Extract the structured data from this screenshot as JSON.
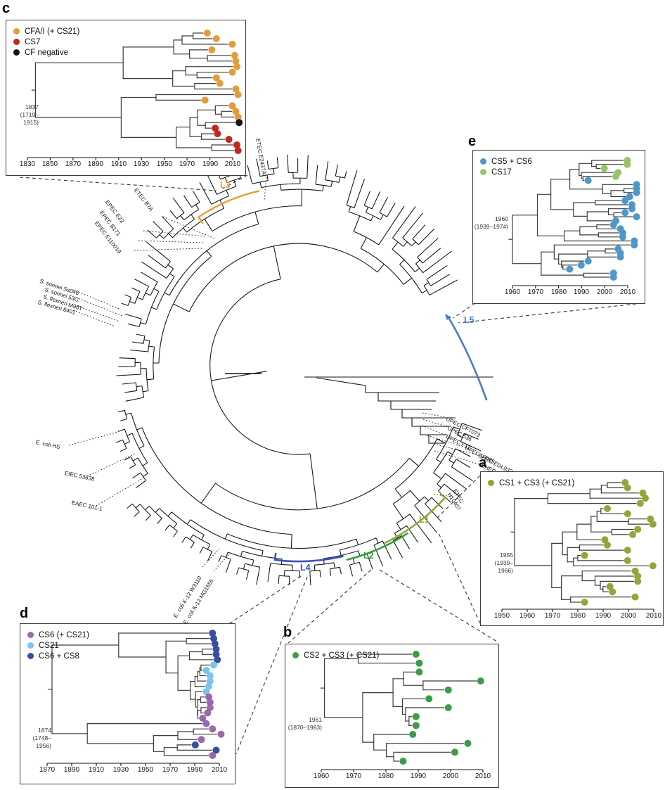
{
  "colors": {
    "orange": "#E49B3B",
    "red": "#C3271E",
    "black": "#141414",
    "blue": "#4E97CB",
    "lightgreen": "#96C567",
    "olive": "#8FA839",
    "purple": "#9A68AC",
    "lightblue": "#7CC4EE",
    "navy": "#3A4C9E",
    "green": "#3C9C49",
    "l1": "#8FA839",
    "l2": "#2FA03C",
    "l3": "#E8A43C",
    "l4": "#3852C0",
    "l5": "#4A7CC7"
  },
  "panels": {
    "a": {
      "letter": "a",
      "legend": [
        {
          "label": "CS1 + CS3 (+ CS21)",
          "color": "olive"
        }
      ],
      "root_date": "1955",
      "root_ci": "(1939–1966)",
      "axis_ticks": [
        "1950",
        "1960",
        "1970",
        "1980",
        "1990",
        "2000",
        "2010"
      ]
    },
    "b": {
      "letter": "b",
      "legend": [
        {
          "label": "CS2 + CS3 (+ CS21)",
          "color": "green"
        }
      ],
      "root_date": "1961",
      "root_ci": "(1870–1983)",
      "axis_ticks": [
        "1960",
        "1970",
        "1980",
        "1990",
        "2000",
        "2010"
      ]
    },
    "c": {
      "letter": "c",
      "legend": [
        {
          "label": "CFA/I (+ CS21)",
          "color": "orange"
        },
        {
          "label": "CS7",
          "color": "red"
        },
        {
          "label": "CF negative",
          "color": "black"
        }
      ],
      "root_date": "1837",
      "root_ci": "(1719–1915)",
      "axis_ticks": [
        "1830",
        "1850",
        "1870",
        "1890",
        "1910",
        "1930",
        "1950",
        "1970",
        "1990",
        "2010"
      ]
    },
    "d": {
      "letter": "d",
      "legend": [
        {
          "label": "CS6 (+ CS21)",
          "color": "purple"
        },
        {
          "label": "CS21",
          "color": "lightblue"
        },
        {
          "label": "CS6 + CS8",
          "color": "navy"
        }
      ],
      "root_date": "1874",
      "root_ci": "(1748–1956)",
      "axis_ticks": [
        "1870",
        "1890",
        "1910",
        "1930",
        "1950",
        "1970",
        "1990",
        "2010"
      ]
    },
    "e": {
      "letter": "e",
      "legend": [
        {
          "label": "CS5 + CS6",
          "color": "blue"
        },
        {
          "label": "CS17",
          "color": "lightgreen"
        }
      ],
      "root_date": "1960",
      "root_ci": "(1939–1974)",
      "axis_ticks": [
        "1960",
        "1970",
        "1980",
        "1990",
        "2000",
        "2010"
      ]
    }
  },
  "lineages": [
    {
      "id": "L1",
      "color": "l1"
    },
    {
      "id": "L2",
      "color": "l2"
    },
    {
      "id": "L3",
      "color": "l3"
    },
    {
      "id": "L4",
      "color": "l4"
    },
    {
      "id": "L5",
      "color": "l5"
    }
  ],
  "strains": [
    "ETEC E2437A",
    "ETEC B7A",
    "EPEC E22",
    "EPEC B171",
    "EPEC E110019",
    "S. sonnei Ss046",
    "S. sonnei 53G",
    "S. flexneri M90T",
    "S. flexneri 8401",
    "E. coli HS",
    "EIEC 53638",
    "EAEC 101-1",
    "E. coli K-12 W3110",
    "E. coli K-12 MG1655",
    "UPEC CFT073",
    "UPEC 536",
    "UPEC F11",
    "UPEC UTI89",
    "EHEC EDL933",
    "EHEC Sakai",
    "ETEC H10407"
  ],
  "chart_data": {
    "type": "phylogenetic_tree_figure",
    "main_tree": {
      "kind": "circular_phylogeny",
      "lineage_sectors": [
        "L1",
        "L2",
        "L3",
        "L4",
        "L5"
      ],
      "taxa_labeled": [
        "ETEC E2437A",
        "ETEC B7A",
        "EPEC E22",
        "EPEC B171",
        "EPEC E110019",
        "S. sonnei Ss046",
        "S. sonnei 53G",
        "S. flexneri M90T",
        "S. flexneri 8401",
        "E. coli HS",
        "EIEC 53638",
        "EAEC 101-1",
        "E. coli K-12 W3110",
        "E. coli K-12 MG1655",
        "UPEC CFT073",
        "UPEC 536",
        "UPEC F11",
        "UPEC UTI89",
        "EHEC EDL933",
        "EHEC Sakai",
        "ETEC H10407"
      ]
    },
    "panels": {
      "c": {
        "root_year": 1837,
        "root_ci": [
          1719,
          1915
        ],
        "axis_range": [
          1830,
          2010
        ],
        "tips": [
          {
            "color": "orange",
            "years": [
              1984,
              1992,
              2006,
              1988,
              2008,
              2009,
              2010,
              2006,
              1992,
              1995,
              2009,
              2011,
              1982,
              2006,
              2009,
              2011
            ]
          },
          {
            "color": "black",
            "years": [
              2012
            ]
          },
          {
            "color": "red",
            "years": [
              1991,
              1993,
              2003,
              2010,
              2011
            ]
          }
        ]
      },
      "e": {
        "root_year": 1960,
        "root_ci": [
          1939,
          1974
        ],
        "axis_range": [
          1960,
          2010
        ],
        "tips": [
          {
            "color": "lightgreen",
            "years": [
              2008,
              2008,
              1998,
              2004,
              2003
            ]
          },
          {
            "color": "blue",
            "years": [
              1991,
              2012,
              2012,
              2012,
              2009,
              2007,
              2010,
              2010,
              2007,
              2012,
              2003,
              2002,
              2005,
              2006,
              2006,
              2011,
              2011,
              2004,
              2005,
              2005,
              1991,
              1988,
              1983,
              2002,
              2002
            ]
          }
        ]
      },
      "a": {
        "root_year": 1955,
        "root_ci": [
          1939,
          1966
        ],
        "axis_range": [
          1950,
          2010
        ],
        "tips": [
          {
            "color": "olive",
            "years": [
              1997,
              1998,
              2004,
              2005,
              2003,
              1990,
              1998,
              2007,
              2008,
              2002,
              2000,
              1989,
              1990,
              1998,
              1981,
              1998,
              2008,
              2001,
              2002,
              2002,
              1991,
              1992,
              2001,
              1981
            ]
          }
        ]
      },
      "d": {
        "root_year": 1874,
        "root_ci": [
          1748,
          1956
        ],
        "axis_range": [
          1870,
          2010
        ],
        "tips": [
          {
            "color": "navy",
            "years": [
              2001,
              2002,
              2003,
              2004,
              2004,
              2005
            ]
          },
          {
            "color": "lightblue",
            "years": [
              2002,
              1996,
              1999,
              1999,
              1998,
              1996
            ]
          },
          {
            "color": "purple",
            "years": [
              1998,
              1999,
              1999,
              1997,
              1993,
              1996,
              2001,
              2008,
              1992
            ]
          },
          {
            "color": "navy",
            "years": [
              1987,
              2004
            ]
          },
          {
            "color": "purple",
            "years": [
              2001
            ]
          }
        ]
      },
      "b": {
        "root_year": 1961,
        "root_ci": [
          1870,
          1983
        ],
        "axis_range": [
          1960,
          2010
        ],
        "tips": [
          {
            "color": "green",
            "years": [
              1988,
              1989,
              1989,
              2008,
              1998,
              1992,
              1998,
              1988,
              1988,
              1987,
              2004,
              2000,
              1984
            ]
          }
        ]
      }
    }
  }
}
